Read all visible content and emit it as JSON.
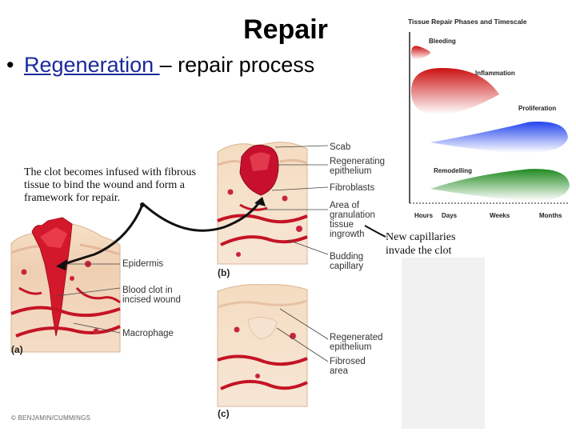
{
  "slide": {
    "title": "Repair",
    "bullet": {
      "link_text": "Regeneration ",
      "rest_text": "– repair process"
    },
    "caption_clot": "The clot becomes infused with fibrous tissue to bind the wound and form a framework for repair.",
    "caption_capillaries": "New capillaries invade the clot",
    "copyright": "© BENJAMIN/CUMMINGS"
  },
  "diagram": {
    "panel_letters": [
      "(a)",
      "(b)",
      "(c)"
    ],
    "labels_a": [
      "Epidermis",
      "Blood clot in incised wound",
      "Macrophage"
    ],
    "labels_b": [
      "Scab",
      "Regenerating epithelium",
      "Fibroblasts",
      "Area of granulation tissue ingrowth",
      "Budding capillary"
    ],
    "labels_c": [
      "Regenerated epithelium",
      "Fibrosed area"
    ]
  },
  "colors": {
    "tissue_red": "#c8102e",
    "skin": "#f0d4b8",
    "link_blue": "#1a2a9c"
  },
  "chart_data": {
    "type": "area",
    "title": "Tissue Repair Phases and Timescale",
    "xlabel": "",
    "ylabel": "",
    "x_ticks": [
      "Hours",
      "Days",
      "Weeks",
      "Months"
    ],
    "series": [
      {
        "name": "Bleeding",
        "color": "#cc1111",
        "start": "Hours",
        "end": "Days"
      },
      {
        "name": "Inflammation",
        "color": "#cc1111",
        "start": "Hours",
        "end": "Weeks"
      },
      {
        "name": "Proliferation",
        "color": "#2244ee",
        "start": "Days",
        "end": "Months"
      },
      {
        "name": "Remodelling",
        "color": "#1f8a1f",
        "start": "Days",
        "end": "Months"
      }
    ]
  }
}
